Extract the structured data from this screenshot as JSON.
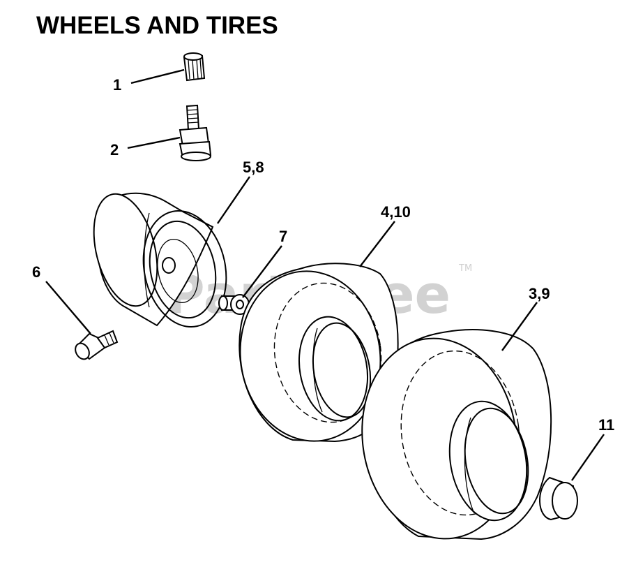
{
  "title": "WHEELS AND TIRES",
  "watermark": {
    "text": "PartsTree",
    "trademark": "TM"
  },
  "callouts": [
    {
      "id": "c1",
      "label": "1",
      "part": "valve-cap"
    },
    {
      "id": "c2",
      "label": "2",
      "part": "valve-stem"
    },
    {
      "id": "c58",
      "label": "5,8",
      "part": "rim"
    },
    {
      "id": "c7",
      "label": "7",
      "part": "bushing"
    },
    {
      "id": "c410",
      "label": "4,10",
      "part": "front-tire"
    },
    {
      "id": "c6",
      "label": "6",
      "part": "grease-fitting"
    },
    {
      "id": "c39",
      "label": "3,9",
      "part": "rear-tire"
    },
    {
      "id": "c11",
      "label": "11",
      "part": "cap"
    }
  ]
}
